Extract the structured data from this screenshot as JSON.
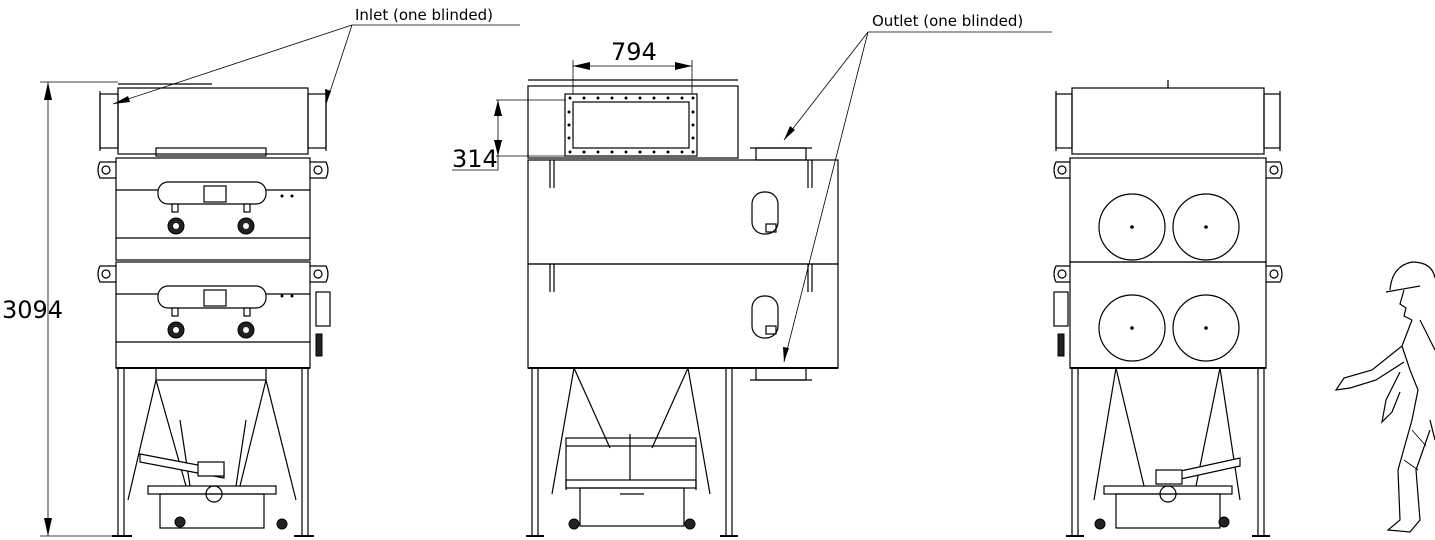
{
  "callouts": {
    "inlet": "Inlet (one blinded)",
    "outlet": "Outlet (one blinded)"
  },
  "dimensions": {
    "height": "3094",
    "outlet_width": "794",
    "outlet_height": "314"
  }
}
